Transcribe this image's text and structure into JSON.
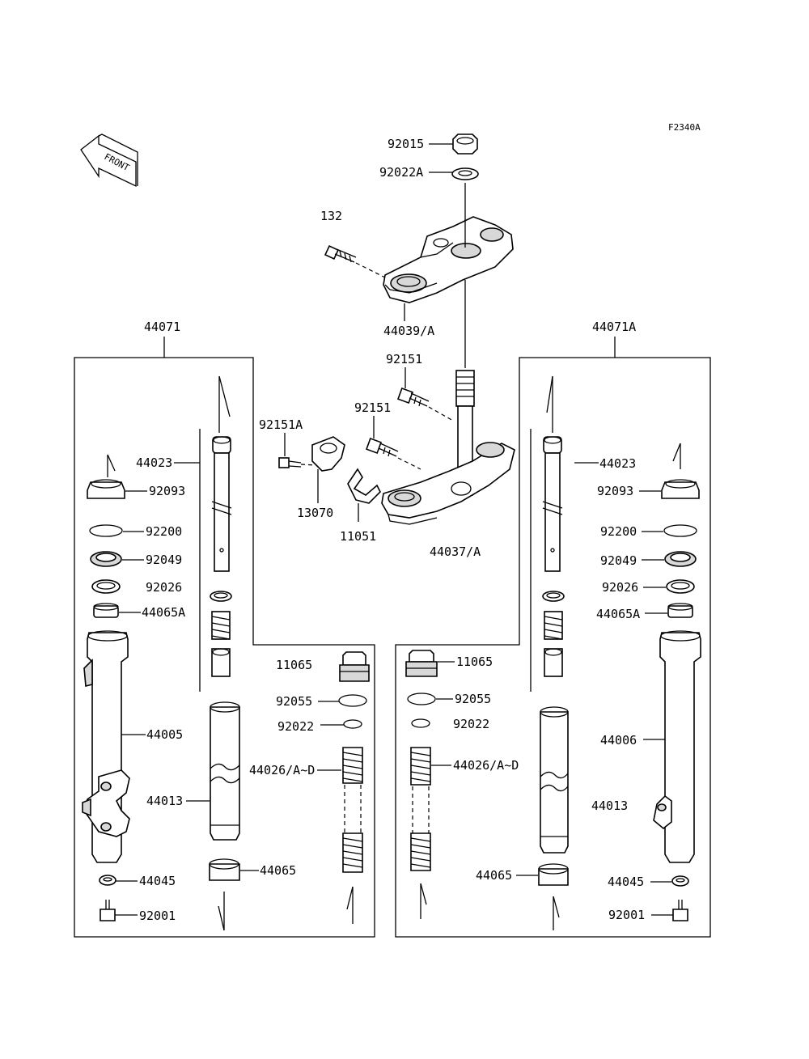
{
  "diagram_code": "F2340A",
  "front_label": "FRONT",
  "top_parts": {
    "nut": "92015",
    "washer": "92022A",
    "bolt_count": "132",
    "upper_bracket": "44039/A",
    "bolt_a": "92151",
    "bolt_b": "92151",
    "bolt_c": "92151A",
    "clamp": "13070",
    "bracket_plate": "11051",
    "lower_bracket": "44037/A"
  },
  "left_assembly": {
    "title": "44071",
    "labels": [
      "44023",
      "92093",
      "92200",
      "92049",
      "92026",
      "44065A",
      "44005",
      "44013",
      "44026/A~D",
      "44065",
      "44045",
      "92001",
      "11065",
      "92055",
      "92022"
    ]
  },
  "right_assembly": {
    "title": "44071A",
    "labels": [
      "44023",
      "92093",
      "92200",
      "92049",
      "92026",
      "44065A",
      "44006",
      "44013",
      "44026/A~D",
      "44065",
      "44045",
      "92001",
      "11065",
      "92055",
      "92022"
    ]
  }
}
